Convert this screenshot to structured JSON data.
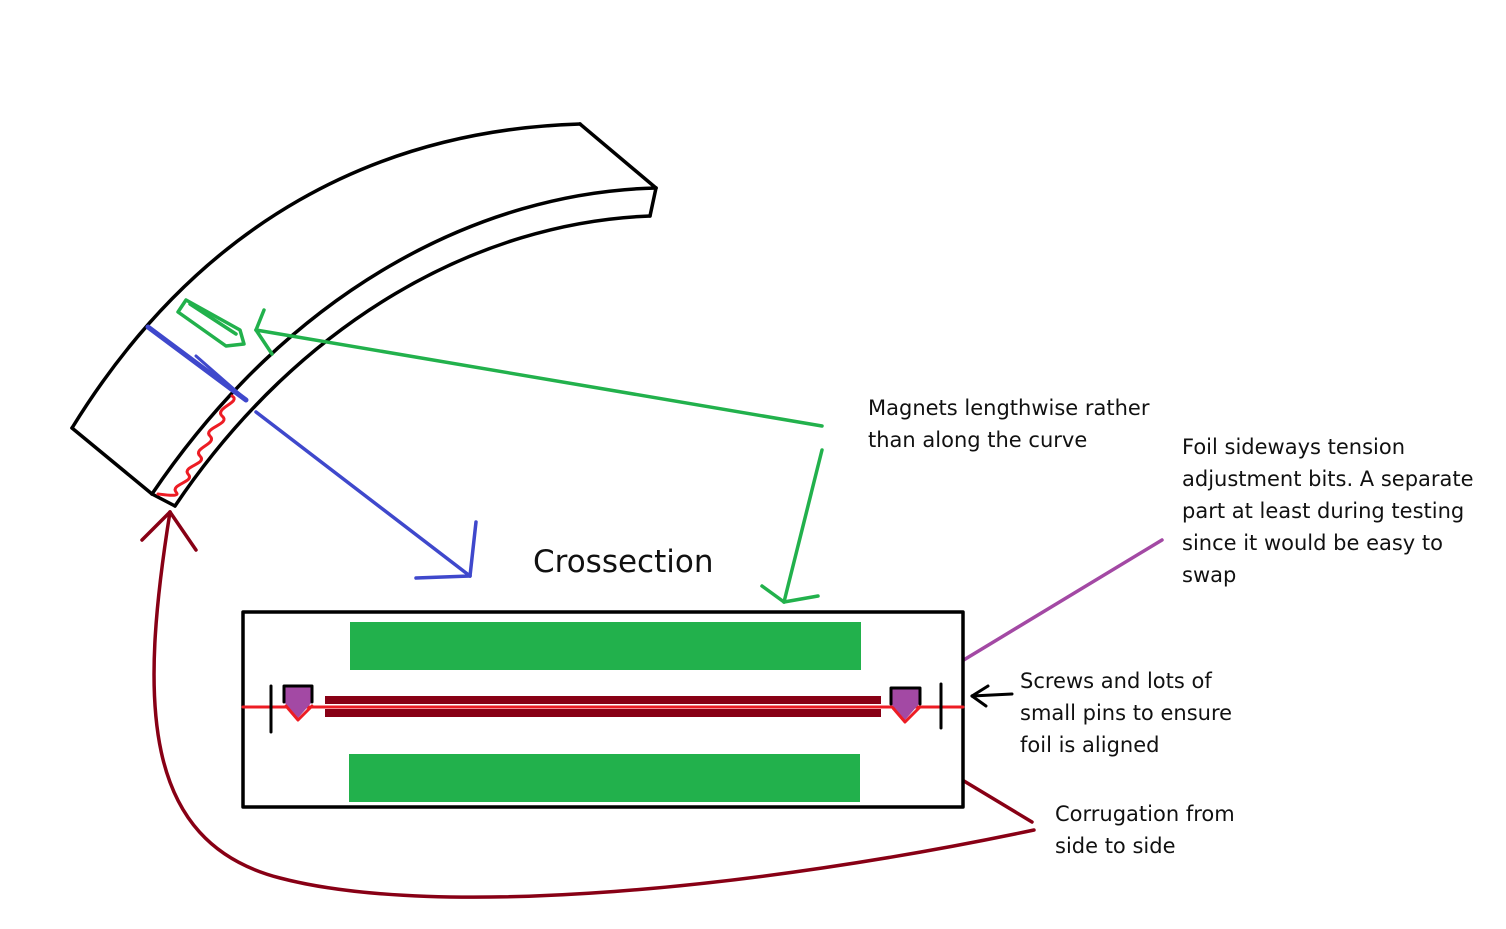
{
  "title": "Crossection",
  "annotations": {
    "magnets": {
      "lines": [
        "Magnets lengthwise rather",
        "than along the curve"
      ]
    },
    "foil_tension": {
      "lines": [
        "Foil sideways tension",
        "adjustment bits. A separate",
        "part at least during testing",
        "since it would be easy to",
        "swap"
      ]
    },
    "screws": {
      "lines": [
        "Screws and lots of",
        "small pins to ensure",
        "foil is aligned"
      ]
    },
    "corrugation": {
      "lines": [
        "Corrugation from",
        "side to side"
      ]
    }
  },
  "colors": {
    "outline": "#000000",
    "magnet": "#22b14c",
    "foil": "#ed1c24",
    "foil_dark": "#880015",
    "section_line": "#3f48cc",
    "tension_bit": "#a349a4"
  }
}
